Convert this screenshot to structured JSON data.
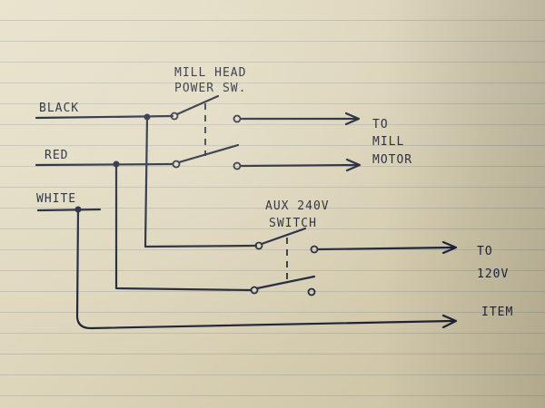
{
  "labels": {
    "black": "BLACK",
    "red": "RED",
    "white": "WHITE",
    "mill_head_line1": "MILL HEAD",
    "mill_head_line2": "POWER SW.",
    "to_mill_line1": "TO",
    "to_mill_line2": "MILL",
    "to_mill_line3": "MOTOR",
    "aux_line1": "AUX 240V",
    "aux_line2": "SWITCH",
    "to_item_line1": "TO",
    "to_item_line2": "120V",
    "to_item_line3": "ITEM"
  },
  "colors": {
    "ink": "#1d2438",
    "paper": "#e4ddc4",
    "rule_lines": "#466ea0"
  }
}
